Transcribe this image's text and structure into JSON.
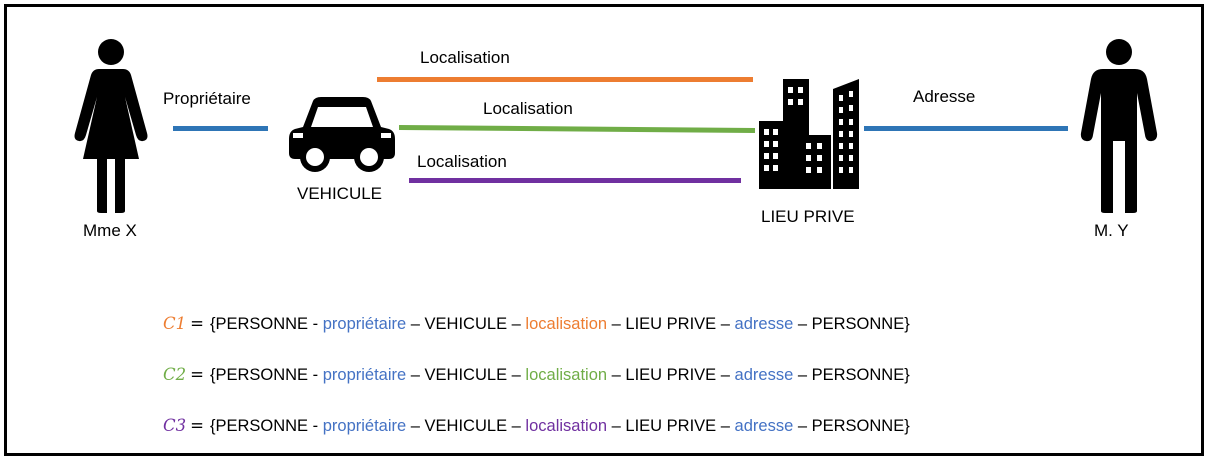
{
  "colors": {
    "blue": "#2E75B6",
    "orange": "#ED7D31",
    "green": "#70AD47",
    "purple": "#7030A0",
    "text_blue": "#4472C4"
  },
  "entities": {
    "woman": {
      "label": "Mme X",
      "icon": "woman-icon"
    },
    "vehicle": {
      "label": "VEHICULE",
      "icon": "car-icon"
    },
    "place": {
      "label": "LIEU PRIVE",
      "icon": "buildings-icon"
    },
    "man": {
      "label": "M. Y",
      "icon": "man-icon"
    }
  },
  "relations": {
    "proprietaire": "Propriétaire",
    "localisation_1": "Localisation",
    "localisation_2": "Localisation",
    "localisation_3": "Localisation",
    "adresse": "Adresse"
  },
  "formulas": [
    {
      "name": "C1",
      "eq": "=",
      "part1": "{PERSONNE - ",
      "rel1": "propriétaire",
      "part2": " – VEHICULE – ",
      "rel2": "localisation",
      "part3": " – LIEU PRIVE – ",
      "rel3": "adresse",
      "part4": " – PERSONNE}",
      "color": "#ED7D31"
    },
    {
      "name": "C2",
      "eq": "=",
      "part1": "{PERSONNE - ",
      "rel1": "propriétaire",
      "part2": " – VEHICULE – ",
      "rel2": "localisation",
      "part3": " – LIEU PRIVE – ",
      "rel3": "adresse",
      "part4": " – PERSONNE}",
      "color": "#70AD47"
    },
    {
      "name": "C3",
      "eq": "=",
      "part1": "{PERSONNE - ",
      "rel1": "propriétaire",
      "part2": " – VEHICULE – ",
      "rel2": "localisation",
      "part3": " – LIEU PRIVE – ",
      "rel3": "adresse",
      "part4": " – PERSONNE}",
      "color": "#7030A0"
    }
  ]
}
